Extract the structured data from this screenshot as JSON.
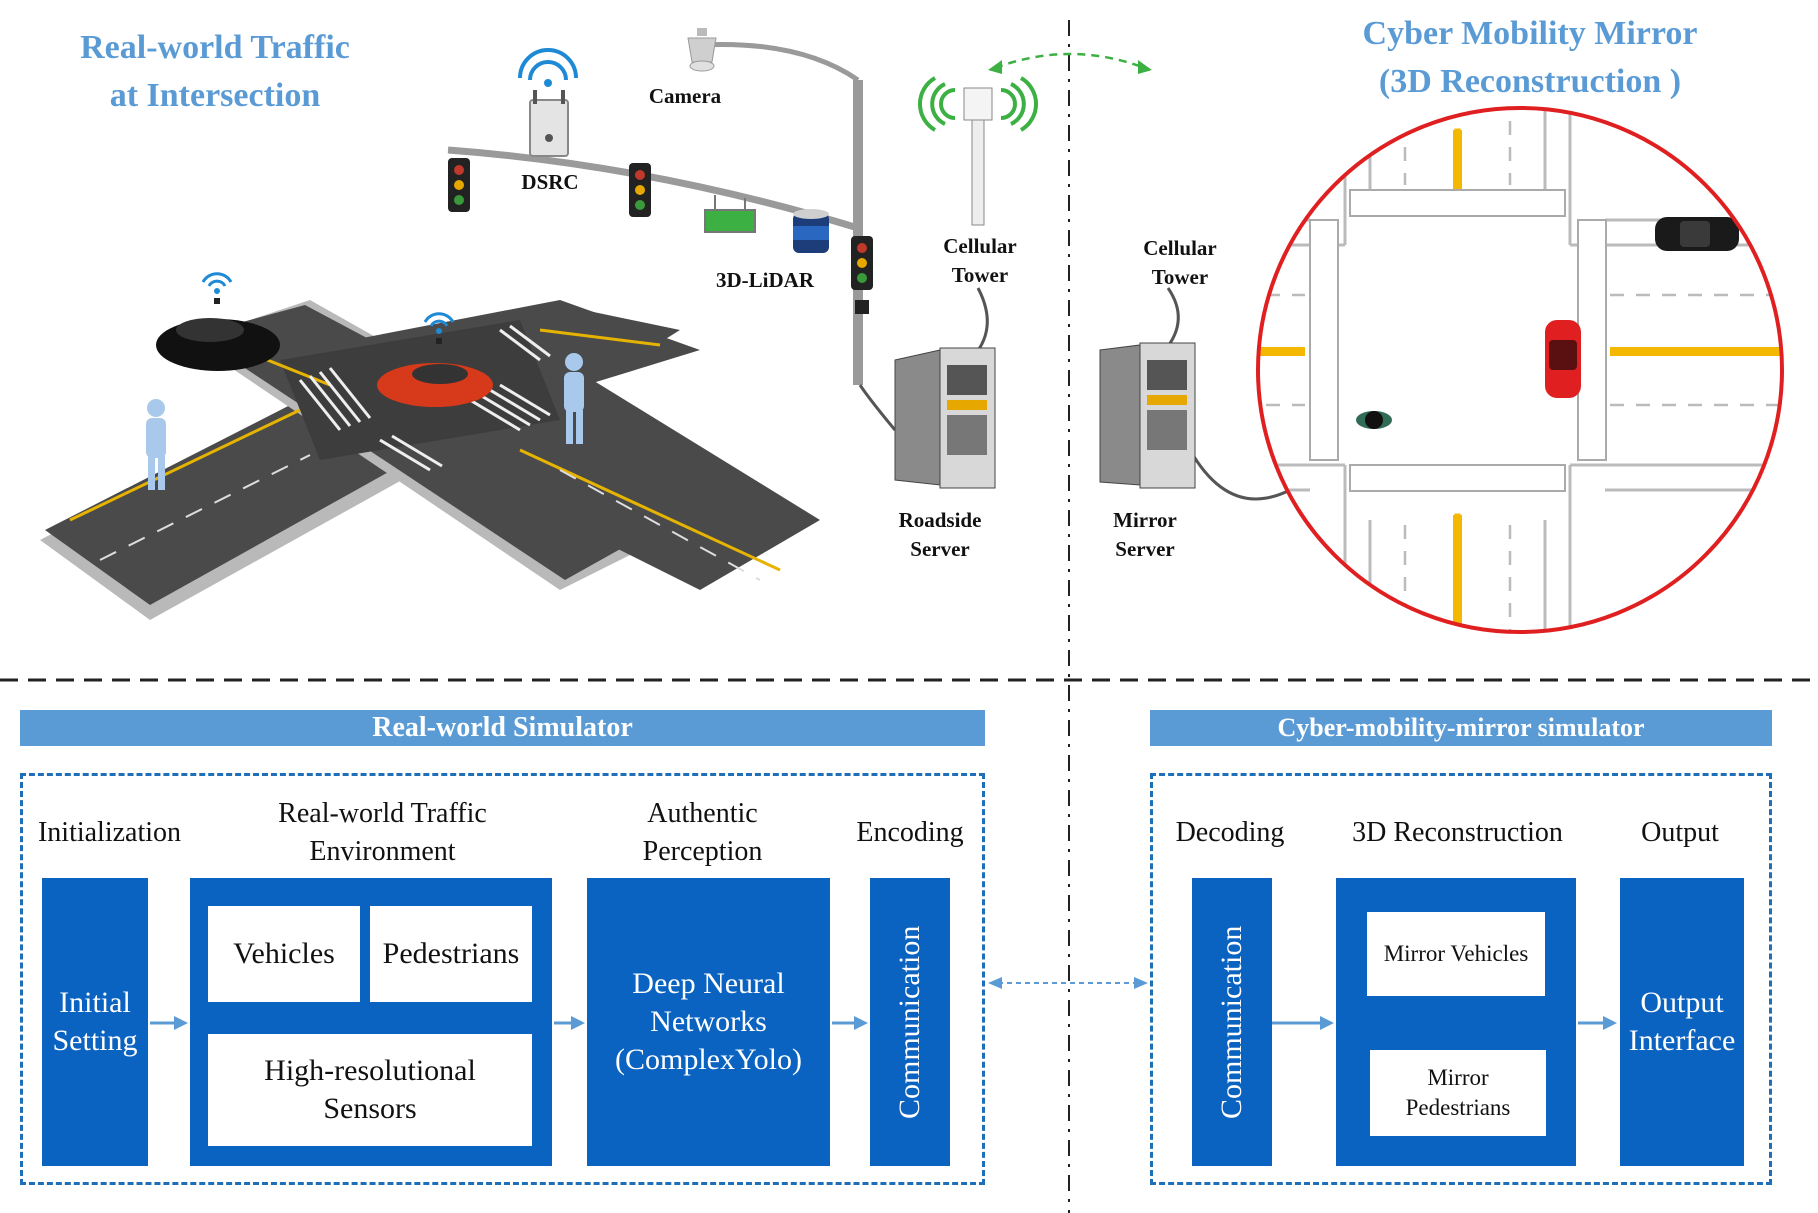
{
  "top": {
    "left_title": [
      "Real-world Traffic",
      "at Intersection"
    ],
    "right_title": [
      "Cyber Mobility Mirror",
      "(3D Reconstruction )"
    ],
    "labels": {
      "camera": "Camera",
      "dsrc": "DSRC",
      "lidar": "3D-LiDAR",
      "cell_tower_left": [
        "Cellular",
        "Tower"
      ],
      "cell_tower_right": [
        "Cellular",
        "Tower"
      ],
      "roadside_server": [
        "Roadside",
        "Server"
      ],
      "mirror_server": [
        "Mirror",
        "Server"
      ]
    }
  },
  "bottom": {
    "left_banner": "Real-world Simulator",
    "right_banner": "Cyber-mobility-mirror simulator",
    "left_stages": {
      "initialization": "Initialization",
      "environment": [
        "Real-world Traffic",
        "Environment"
      ],
      "perception": [
        "Authentic",
        "Perception"
      ],
      "encoding": "Encoding"
    },
    "left_boxes": {
      "initial_setting": [
        "Initial",
        "Setting"
      ],
      "vehicles": "Vehicles",
      "pedestrians": "Pedestrians",
      "sensors": [
        "High-resolutional",
        "Sensors"
      ],
      "dnn": [
        "Deep Neural",
        "Networks",
        "(ComplexYolo)"
      ],
      "communication": "Communication"
    },
    "right_stages": {
      "decoding": "Decoding",
      "reconstruction": "3D Reconstruction",
      "output": "Output"
    },
    "right_boxes": {
      "communication": "Communication",
      "mirror_vehicles": "Mirror Vehicles",
      "mirror_pedestrians": [
        "Mirror",
        "Pedestrians"
      ],
      "output_interface": [
        "Output",
        "Interface"
      ]
    }
  },
  "colors": {
    "title_blue": "#5b9bd5",
    "box_blue": "#0b63c1",
    "dash_blue": "#1f6fb8",
    "mirror_circle": "#e02020",
    "lane_yellow": "#f5b800",
    "signal_green": "#3cb043"
  }
}
